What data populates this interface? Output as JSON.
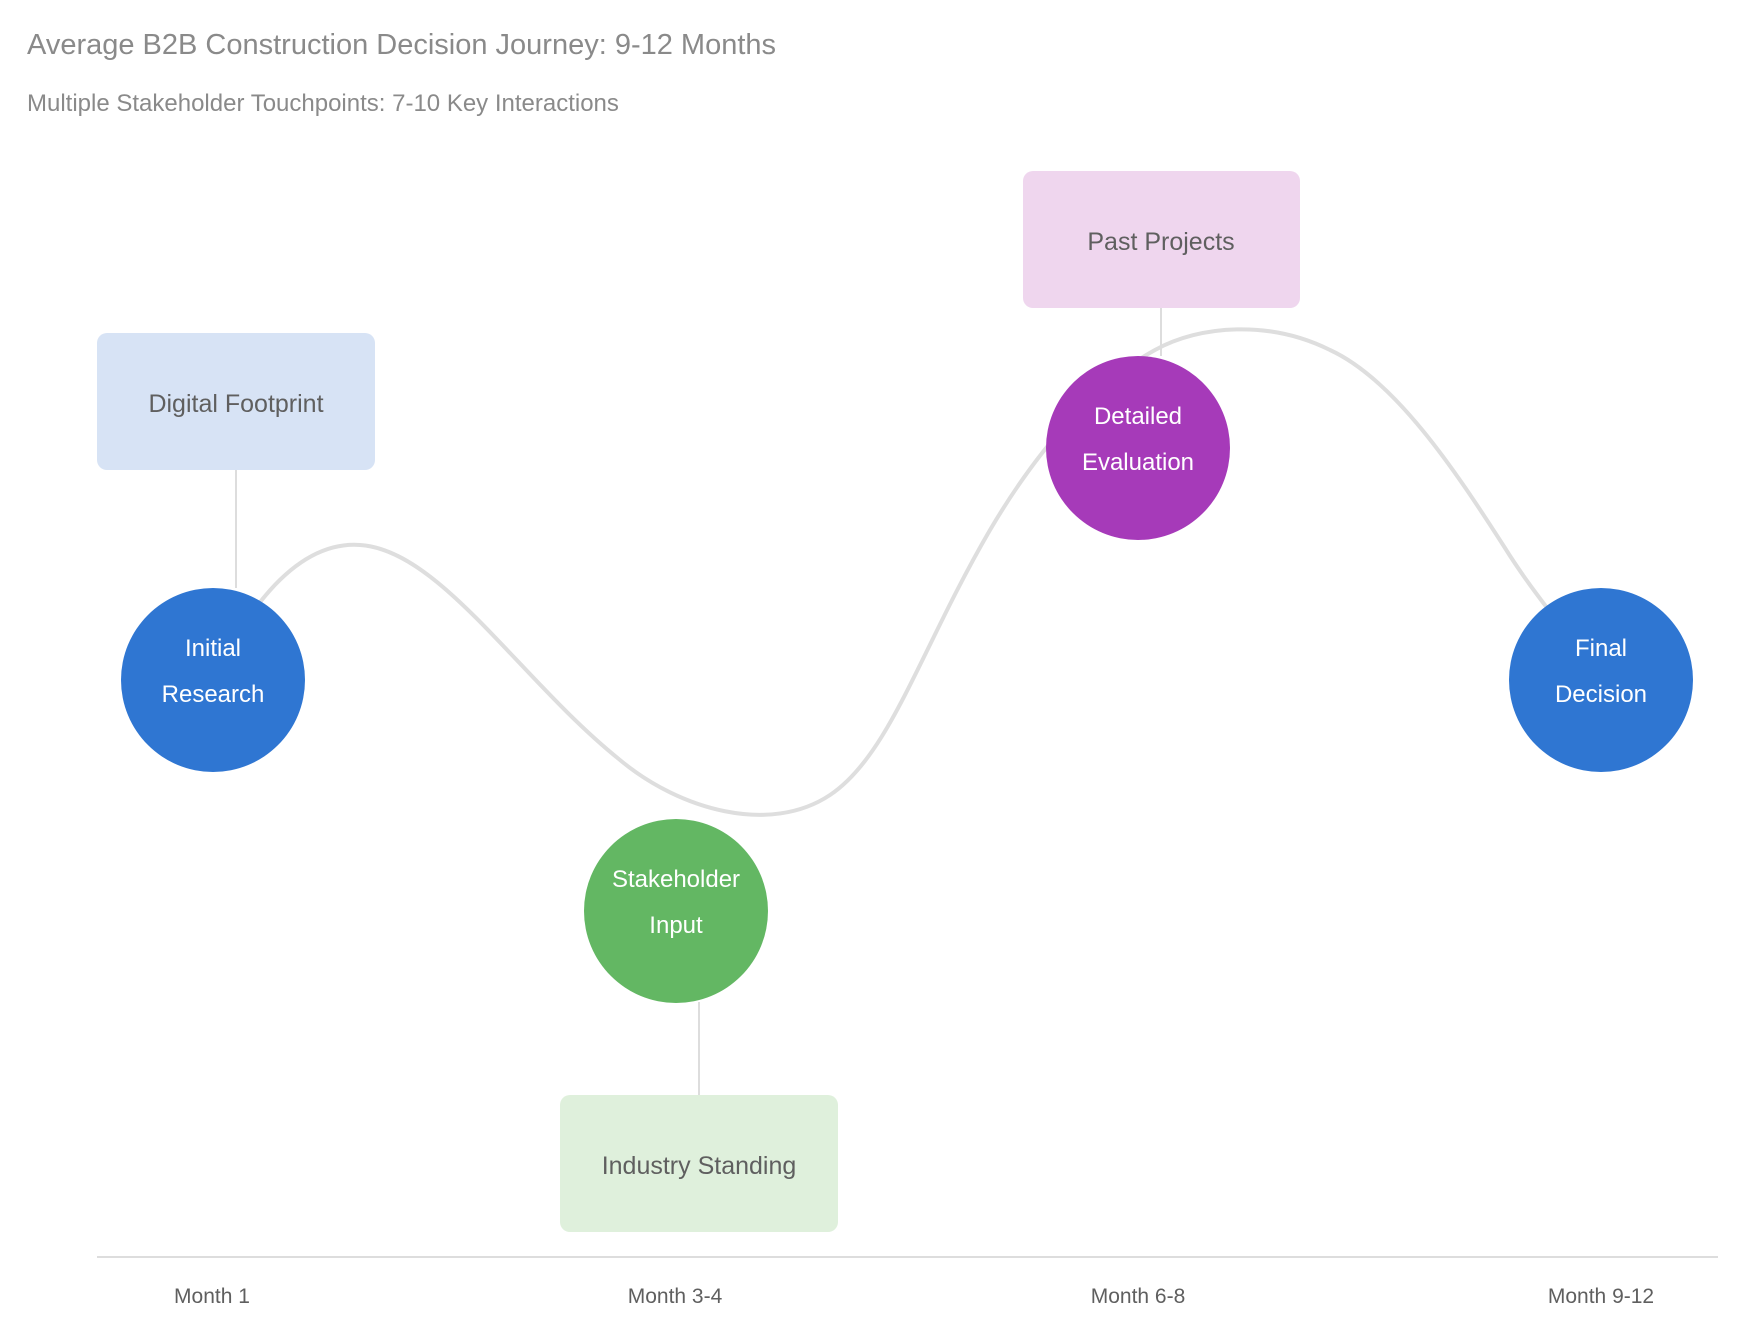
{
  "header": {
    "title": "Average B2B Construction Decision Journey: 9-12 Months",
    "subtitle": "Multiple Stakeholder Touchpoints: 7-10 Key Interactions"
  },
  "colors": {
    "blue": "#2f76d2",
    "green": "#63b763",
    "purple": "#a63ab9",
    "box_blue": "#d7e3f5",
    "box_green": "#dff0dc",
    "box_purple": "#efd6ee",
    "line": "#dedede"
  },
  "stages": [
    {
      "line1": "Initial",
      "line2": "Research",
      "color": "#2f76d2"
    },
    {
      "line1": "Stakeholder",
      "line2": "Input",
      "color": "#63b763"
    },
    {
      "line1": "Detailed",
      "line2": "Evaluation",
      "color": "#a63ab9"
    },
    {
      "line1": "Final",
      "line2": "Decision",
      "color": "#2f76d2"
    }
  ],
  "touchpoints": [
    {
      "label": "Digital Footprint",
      "color": "#d7e3f5"
    },
    {
      "label": "Industry Standing",
      "color": "#dff0dc"
    },
    {
      "label": "Past Projects",
      "color": "#efd6ee"
    }
  ],
  "timeline": [
    {
      "label": "Month 1"
    },
    {
      "label": "Month 3-4"
    },
    {
      "label": "Month 6-8"
    },
    {
      "label": "Month 9-12"
    }
  ]
}
